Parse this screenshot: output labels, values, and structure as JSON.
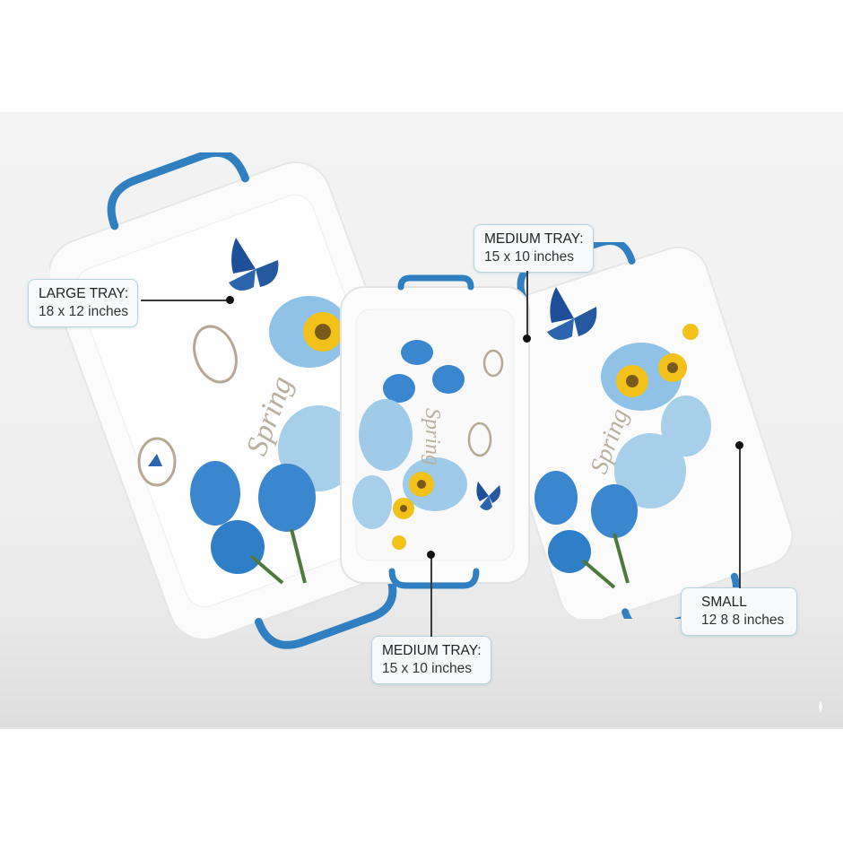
{
  "image": {
    "type": "product-infographic",
    "subject": "three decorative serving trays with blue handles, blue tulip / sunflower / butterfly 'Spring' print",
    "colors": {
      "background": "#ffffff",
      "photo_backdrop": "#efefef",
      "handle_blue": "#2f7fc1",
      "tulip_blue": "#3a86cf",
      "tulip_light": "#8fc2e6",
      "sunflower_yellow": "#f2c21b",
      "butterfly_blue": "#1f4f9a",
      "callout_border": "#b7d3de",
      "connector": "#3a3a3a"
    }
  },
  "trays": [
    {
      "id": "large",
      "print_text": "Spring"
    },
    {
      "id": "medium-front",
      "print_text": "Spring"
    },
    {
      "id": "small",
      "print_text": "Spring"
    }
  ],
  "callouts": {
    "large": {
      "title": "LARGE TRAY:",
      "size": "18 x 12 inches"
    },
    "medium_top": {
      "title": "MEDIUM TRAY:",
      "size": "15 x 10 inches"
    },
    "medium_bottom": {
      "title": "MEDIUM TRAY:",
      "size": "15 x 10 inches"
    },
    "small": {
      "title": "SMALL",
      "size": "12 8 8 inches"
    }
  }
}
